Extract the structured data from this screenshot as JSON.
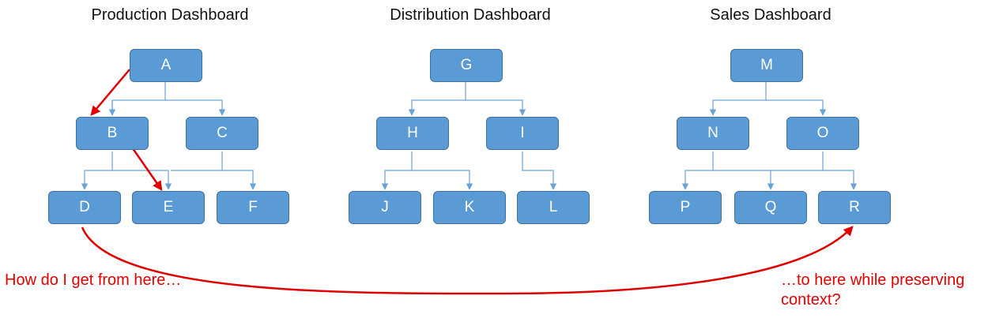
{
  "dashboards": [
    {
      "title": "Production Dashboard",
      "root": "A",
      "mid": [
        "B",
        "C"
      ],
      "leaves": [
        "D",
        "E",
        "F"
      ]
    },
    {
      "title": "Distribution Dashboard",
      "root": "G",
      "mid": [
        "H",
        "I"
      ],
      "leaves": [
        "J",
        "K",
        "L"
      ]
    },
    {
      "title": "Sales Dashboard",
      "root": "M",
      "mid": [
        "N",
        "O"
      ],
      "leaves": [
        "P",
        "Q",
        "R"
      ]
    }
  ],
  "annotations": {
    "left": "How do I get from here…",
    "right": "…to here while preserving context?"
  },
  "colors": {
    "node_fill": "#5b9bd5",
    "node_border": "#41719c",
    "connector": "#6aa3d8",
    "highlight": "#e00000"
  }
}
